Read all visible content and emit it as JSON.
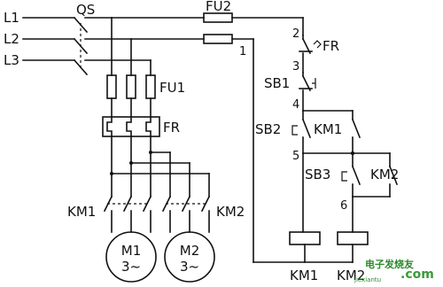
{
  "labels": {
    "l1": "L1",
    "l2": "L2",
    "l3": "L3",
    "qs": "QS",
    "fu2": "FU2",
    "fu1": "FU1",
    "fr_power": "FR",
    "fr_control": "FR",
    "km1_power": "KM1",
    "km2_power": "KM2",
    "m1": "M1",
    "m1_phase": "3~",
    "m2": "M2",
    "m2_phase": "3~",
    "sb1": "SB1",
    "sb2": "SB2",
    "sb3": "SB3",
    "km1_aux": "KM1",
    "km2_aux": "KM2",
    "coil_km1": "KM1",
    "coil_km2": "KM2",
    "n1": "1",
    "n2": "2",
    "n3": "3",
    "n4": "4",
    "n5": "5",
    "n6": "6"
  },
  "watermark": {
    "brand": "电子发烧友",
    "url": "jiexiantu",
    "domain": ".com"
  },
  "colors": {
    "line": "#111111",
    "watermark": "#2a8a2a"
  }
}
